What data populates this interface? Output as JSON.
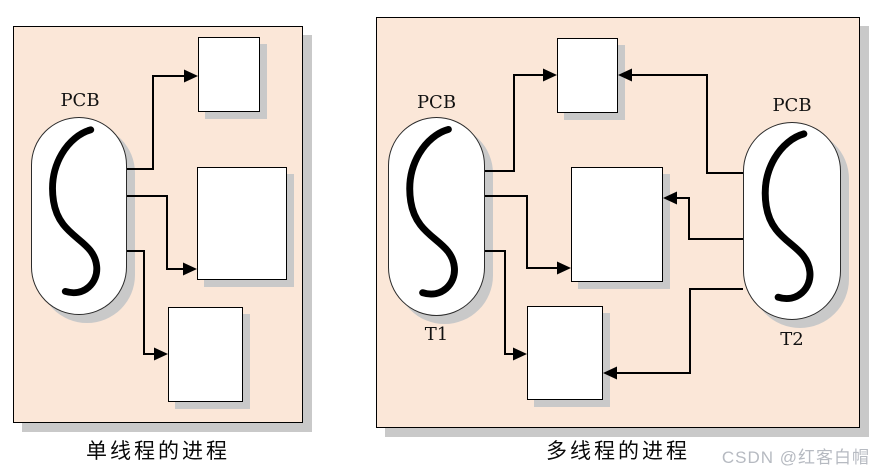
{
  "left_panel": {
    "pcb_label": "PCB",
    "caption": "单线程的进程"
  },
  "right_panel": {
    "t1_pcb_label": "PCB",
    "t2_pcb_label": "PCB",
    "t1_label": "T1",
    "t2_label": "T2",
    "caption": "多线程的进程"
  },
  "watermark": "CSDN @红客白帽",
  "colors": {
    "panel_bg": "#fbe7d8",
    "shadow": "#c9c9c9",
    "line": "#000000",
    "watermark_text": "#b6bac1"
  }
}
